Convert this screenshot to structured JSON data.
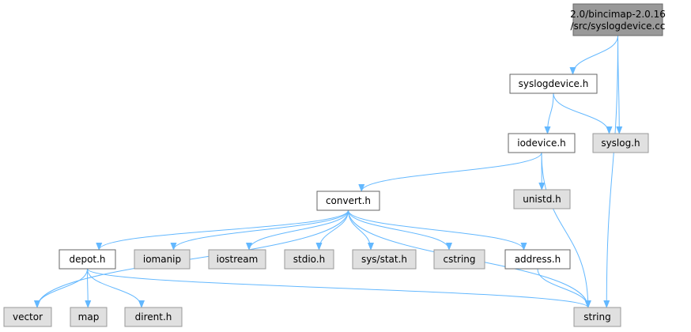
{
  "colors": {
    "root_fill": "#999999",
    "root_border": "#666666",
    "documented_fill": "#ffffff",
    "documented_border": "#666666",
    "external_fill": "#e0e0e0",
    "external_border": "#999999",
    "edge": "#63b8ff"
  },
  "nodes": {
    "root": {
      "line1": "2.0/bincimap-2.0.16",
      "line2": "/src/syslogdevice.cc"
    },
    "syslogdevice_h": "syslogdevice.h",
    "syslog_h": "syslog.h",
    "iodevice_h": "iodevice.h",
    "unistd_h": "unistd.h",
    "convert_h": "convert.h",
    "depot_h": "depot.h",
    "iomanip": "iomanip",
    "iostream": "iostream",
    "stdio_h": "stdio.h",
    "sys_stat_h": "sys/stat.h",
    "cstring": "cstring",
    "address_h": "address.h",
    "vector": "vector",
    "map": "map",
    "dirent_h": "dirent.h",
    "string": "string"
  },
  "edges": [
    [
      "root",
      "syslogdevice_h"
    ],
    [
      "root",
      "syslog_h"
    ],
    [
      "root",
      "string"
    ],
    [
      "syslogdevice_h",
      "iodevice_h"
    ],
    [
      "syslogdevice_h",
      "syslog_h"
    ],
    [
      "iodevice_h",
      "convert_h"
    ],
    [
      "iodevice_h",
      "unistd_h"
    ],
    [
      "iodevice_h",
      "string"
    ],
    [
      "convert_h",
      "vector"
    ],
    [
      "convert_h",
      "depot_h"
    ],
    [
      "convert_h",
      "iomanip"
    ],
    [
      "convert_h",
      "iostream"
    ],
    [
      "convert_h",
      "stdio_h"
    ],
    [
      "convert_h",
      "sys_stat_h"
    ],
    [
      "convert_h",
      "cstring"
    ],
    [
      "convert_h",
      "address_h"
    ],
    [
      "convert_h",
      "string"
    ],
    [
      "depot_h",
      "vector"
    ],
    [
      "depot_h",
      "map"
    ],
    [
      "depot_h",
      "dirent_h"
    ],
    [
      "depot_h",
      "string"
    ],
    [
      "address_h",
      "string"
    ]
  ]
}
